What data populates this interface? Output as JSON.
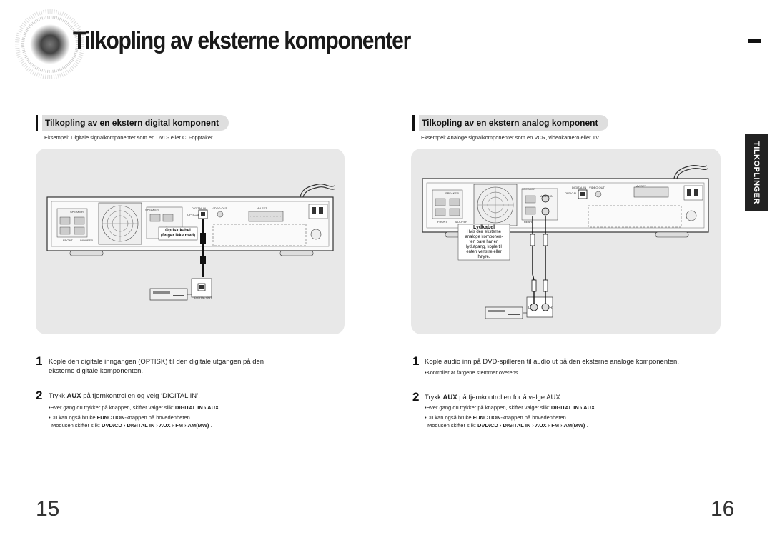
{
  "title": "Tilkopling av eksterne komponenter",
  "side_tab": "TILKOPLINGER",
  "left": {
    "heading": "Tilkopling av en ekstern digital komponent",
    "example": "Eksempel: Digitale signalkomponenter som en DVD- eller CD-opptaker.",
    "callout_line1": "Optisk kabel",
    "callout_line2": "(følger ikke med)",
    "digital_out_label": "DIGITAL OUT",
    "step1_num": "1",
    "step1_line1": "Kople den digitale inngangen (OPTISK) til den digitale utgangen på den",
    "step1_line2": "eksterne digitale komponenten.",
    "step2_num": "2",
    "step2_a": "Trykk ",
    "step2_b": "AUX",
    "step2_c": " på fjernkontrollen og velg ‘DIGITAL IN’.",
    "note1_a": "•Hver gang du trykker på knappen, skifter valget slik: ",
    "note1_b": "DIGITAL IN › AUX",
    "note1_c": ".",
    "note2_a": "•Du kan også bruke ",
    "note2_b": "FUNCTION",
    "note2_c": "-knappen på hovedenheten.",
    "note3_a": "Modusen skifter slik: ",
    "note3_b": "DVD/CD › DIGITAL IN › AUX › FM › AM(MW)",
    "note3_c": " .",
    "page_number": "15"
  },
  "right": {
    "heading": "Tilkopling av en ekstern analog komponent",
    "example": "Eksempel: Analoge signalkomponenter som en VCR, videokamero eller TV.",
    "callout_title": "Lydkabel",
    "callout_l1": "Hvis den eksterne",
    "callout_l2": "analoge komponen-",
    "callout_l3": "ten bare har en",
    "callout_l4": "lydutgang, kople til",
    "callout_l5": "enten venstre eller",
    "callout_l6": "høyre.",
    "jack_l": "L",
    "jack_r": "R",
    "step1_num": "1",
    "step1_line1": "Kople audio inn på DVD-spilleren til audio ut på den eksterne analoge komponenten.",
    "step1_note": "•Kontroller at fargene stemmer overens.",
    "step2_num": "2",
    "step2_a": "Trykk ",
    "step2_b": "AUX",
    "step2_c": " på fjernkontrollen for å velge AUX.",
    "note1_a": "•Hver gang du trykker på knappen, skifter valget slik: ",
    "note1_b": "DIGITAL IN › AUX",
    "note1_c": ".",
    "note2_a": "•Du kan også bruke ",
    "note2_b": "FUNCTION",
    "note2_c": "-knappen på hovedenheten.",
    "note3_a": "Modusen skifter slik: ",
    "note3_b": "DVD/CD › DIGITAL IN › AUX › FM › AM(MW)",
    "note3_c": " .",
    "page_number": "16"
  },
  "panel_labels": {
    "speaker": "SPEAKER",
    "digital_in": "DIGITAL IN",
    "video_out": "VIDEO OUT",
    "av_set": "AV SET",
    "optical": "OPTICAL",
    "audio_in": "AUDIO IN",
    "front": "FRONT",
    "woofer": "WOOFER",
    "rear": "REAR",
    "aux": "AUX"
  }
}
